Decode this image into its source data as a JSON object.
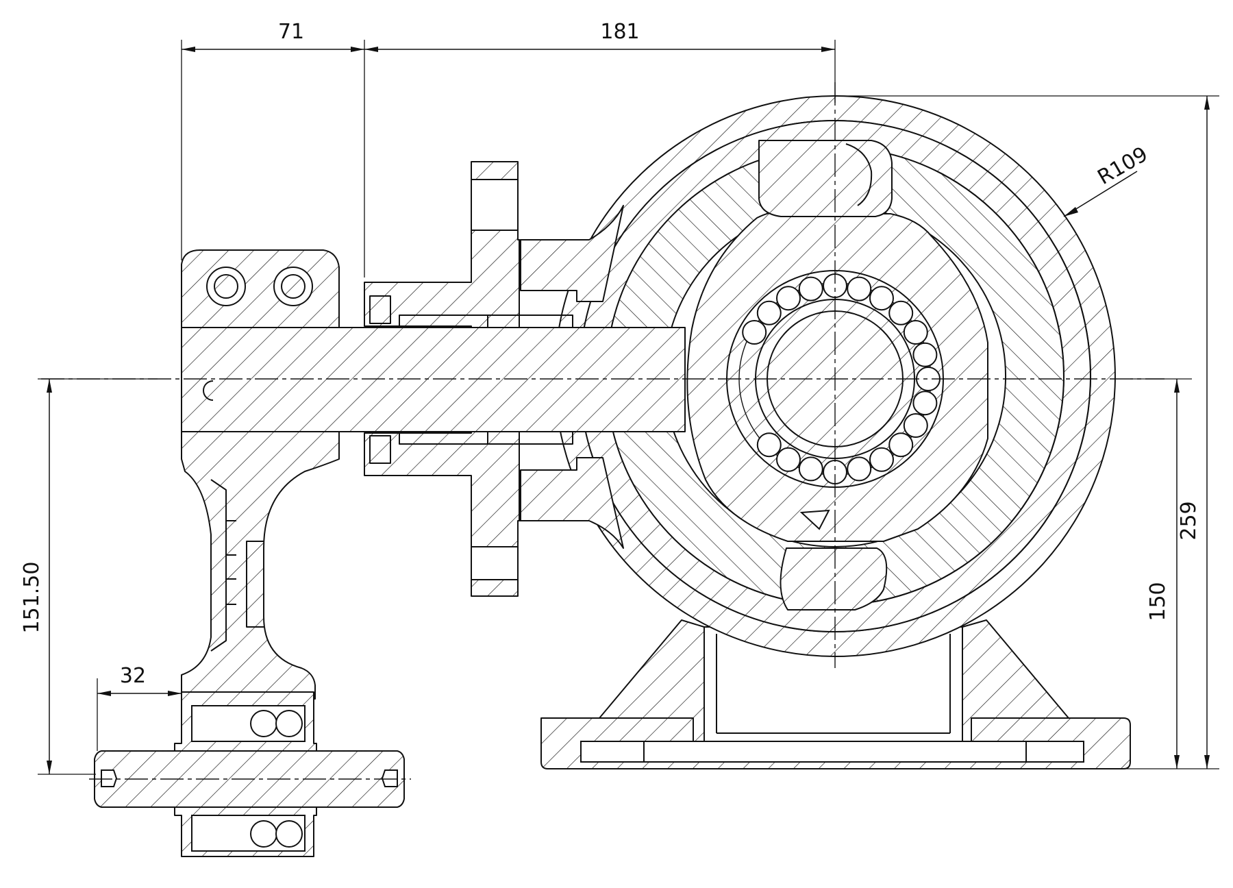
{
  "dimensions": {
    "d71": "71",
    "d181": "181",
    "r109": "R109",
    "d259": "259",
    "d150": "150",
    "d15150": "151.50",
    "d32": "32"
  }
}
